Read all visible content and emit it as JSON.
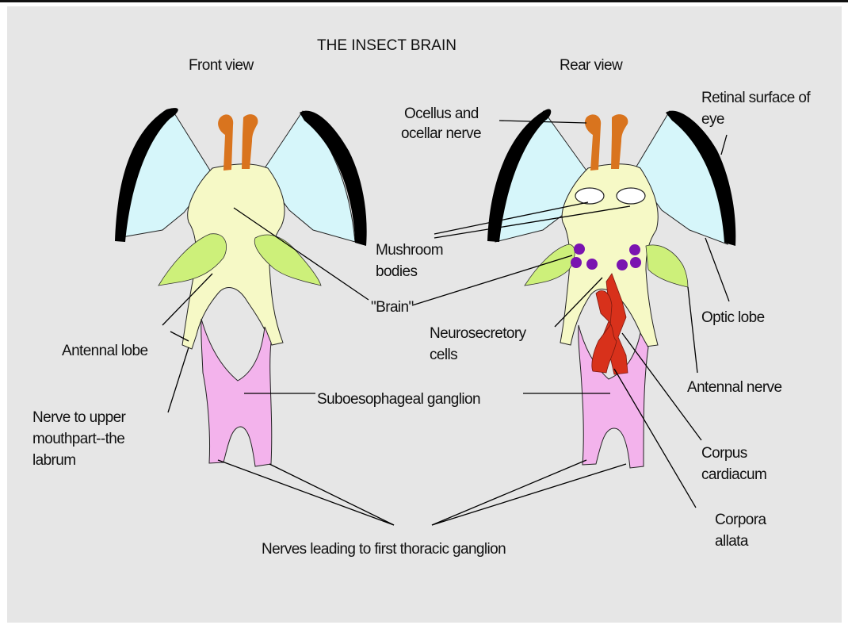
{
  "title": "THE INSECT BRAIN",
  "views": {
    "front": "Front view",
    "rear": "Rear view"
  },
  "labels": {
    "ocellus_line1": "Ocellus and",
    "ocellus_line2": "ocellar nerve",
    "retinal_line1": "Retinal surface of",
    "retinal_line2": "eye",
    "mushroom_line1": "Mushroom",
    "mushroom_line2": "bodies",
    "brain": "\"Brain\"",
    "neuro_line1": "Neurosecretory",
    "neuro_line2": "cells",
    "optic_lobe": "Optic lobe",
    "antennal_lobe": "Antennal lobe",
    "antennal_nerve": "Antennal nerve",
    "nerve_line1": "Nerve to upper",
    "nerve_line2": "mouthpart--the",
    "nerve_line3": "labrum",
    "suboesophageal": "Suboesophageal ganglion",
    "cardiacum_line1": "Corpus",
    "cardiacum_line2": "cardiacum",
    "allata_line1": "Corpora",
    "allata_line2": "allata",
    "thoracic": "Nerves leading to first thoracic ganglion"
  },
  "colors": {
    "background": "#e6e6e6",
    "retina": "#000000",
    "optic_lobe": "#d6f6fa",
    "brain": "#f6f9c6",
    "ocelli": "#d9741e",
    "antennal_lobe": "#cdf07a",
    "suboesophageal": "#f3b3ec",
    "neurosecretory": "#7a14b0",
    "corpora": "#d8311b"
  }
}
